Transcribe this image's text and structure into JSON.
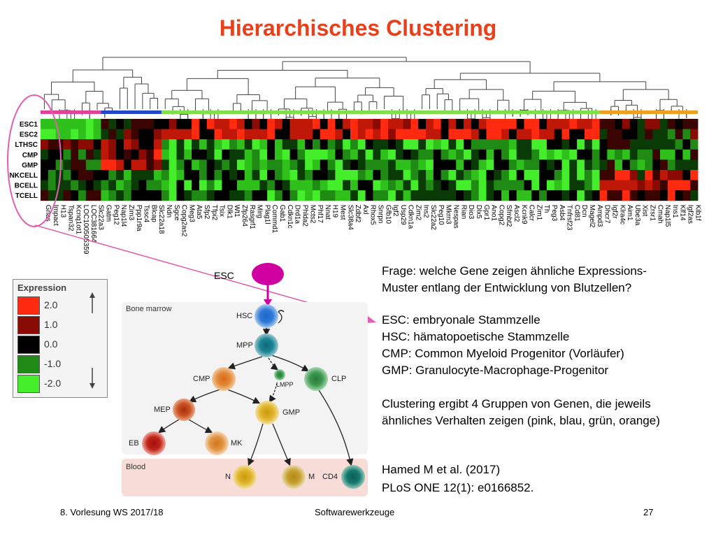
{
  "slide": {
    "title": "Hierarchisches Clustering",
    "footer_left": "8. Vorlesung WS 2017/18",
    "footer_center": "Softwarewerkzeuge",
    "page_number": "27"
  },
  "heatmap": {
    "row_labels": [
      "ESC1",
      "ESC2",
      "LTHSC",
      "CMP",
      "GMP",
      "NKCELL",
      "BCELL",
      "TCELL"
    ],
    "column_labels": [
      "Gnas",
      "Impact",
      "H13",
      "Tspan32",
      "Kcnq1ot1",
      "LOC100505359",
      "LOC381664",
      "Slc22a3",
      "Gatm",
      "Peg12",
      "Nap1l4",
      "Zim3",
      "Ppp1r9a",
      "Tssc4",
      "Blcap",
      "Slc22a18",
      "Ndn",
      "Sgce",
      "Copg2as2",
      "Meg3",
      "Ata5",
      "Sfp2",
      "Tfpi2",
      "Tsix",
      "Dlk1",
      "Wt1",
      "Zfp264",
      "Rasgrf1",
      "Mirg",
      "Plag1l",
      "Commd1",
      "Gab1",
      "Cdkn1c",
      "Drd1a",
      "Phlda2",
      "Mcts2",
      "Phf17",
      "Nnat",
      "H19",
      "Mest",
      "Slc38a4",
      "Zdbf2",
      "Axl",
      "Rhox5",
      "Snrpn",
      "Gfb10",
      "Igf2",
      "Usp29",
      "Cdkn1a",
      "Zim2",
      "Ins2",
      "Slc22a2",
      "Peg10",
      "Mkrn3",
      "Nespas",
      "Rian",
      "Dio3",
      "Dlx5",
      "Gpr1",
      "Ano1",
      "Copg2",
      "Sfmbt2",
      "Ascl2",
      "Kcnk9",
      "Calcr",
      "Zim1",
      "Th",
      "Peg3",
      "Asb4",
      "Tnfrsf23",
      "Cd81",
      "Dcn",
      "Magel2",
      "Ampd3",
      "Dhcr7",
      "Igf2r",
      "Klra4c",
      "Aim1",
      "Ube3a",
      "Xist",
      "Zrsr1",
      "Cmah",
      "Nap1l5",
      "Ins1",
      "Klf14",
      "Igf2as",
      "Kib1f"
    ],
    "cluster_colors": [
      "#e0449a",
      "#2446c8",
      "#7fe04a",
      "#f0a020"
    ],
    "cluster_sizes": [
      8,
      8,
      58,
      13
    ],
    "legend": {
      "title": "Expression",
      "levels": [
        {
          "value": "2.0",
          "color": "#ff2a10"
        },
        {
          "value": "1.0",
          "color": "#8a0a04"
        },
        {
          "value": "0.0",
          "color": "#000000"
        },
        {
          "value": "-1.0",
          "color": "#1f8a14"
        },
        {
          "value": "-2.0",
          "color": "#44ee2a"
        }
      ]
    }
  },
  "diagram": {
    "esc_label": "ESC",
    "bone_marrow_label": "Bone marrow",
    "blood_label": "Blood",
    "cells": {
      "hsc": "HSC",
      "mpp": "MPP",
      "cmp": "CMP",
      "lmpp": "LMPP",
      "clp": "CLP",
      "mep": "MEP",
      "gmp": "GMP",
      "eb": "EB",
      "mk": "MK",
      "n": "N",
      "m": "M",
      "cd4": "CD4"
    }
  },
  "text": {
    "question": "Frage: welche Gene zeigen ähnliche Expressions-\nMuster entlang der Entwicklung von Blutzellen?",
    "definitions": "ESC: embryonale Stammzelle\nHSC: hämatopoetische Stammzelle\nCMP: Common Myeloid Progenitor (Vorläufer)\nGMP: Granulocyte-Macrophage-Progenitor",
    "conclusion": "Clustering ergibt 4 Gruppen von Genen, die jeweils\nähnliches Verhalten zeigen (pink, blau, grün, orange)",
    "citation_1": "Hamed M et al. (2017)",
    "citation_2": "PLoS ONE 12(1): e0166852."
  }
}
